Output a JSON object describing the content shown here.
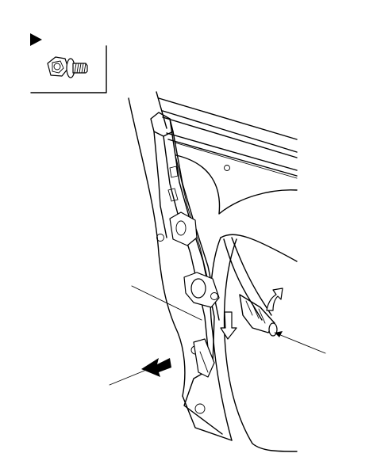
{
  "figure": {
    "legend_icon": "right-triangle-marker-icon",
    "bolt_icon": "flange-bolt-icon",
    "parts": [
      "window-regulator-rail",
      "door-inner-panel",
      "door-frame-channel",
      "glass-run-channel",
      "regulator-mounting-bolt"
    ],
    "arrows": [
      "move-down-arrow",
      "pull-out-arrow",
      "rotate-up-arrow"
    ],
    "leaders": [
      "regulator-leader",
      "bolt-leader",
      "channel-leader"
    ]
  }
}
